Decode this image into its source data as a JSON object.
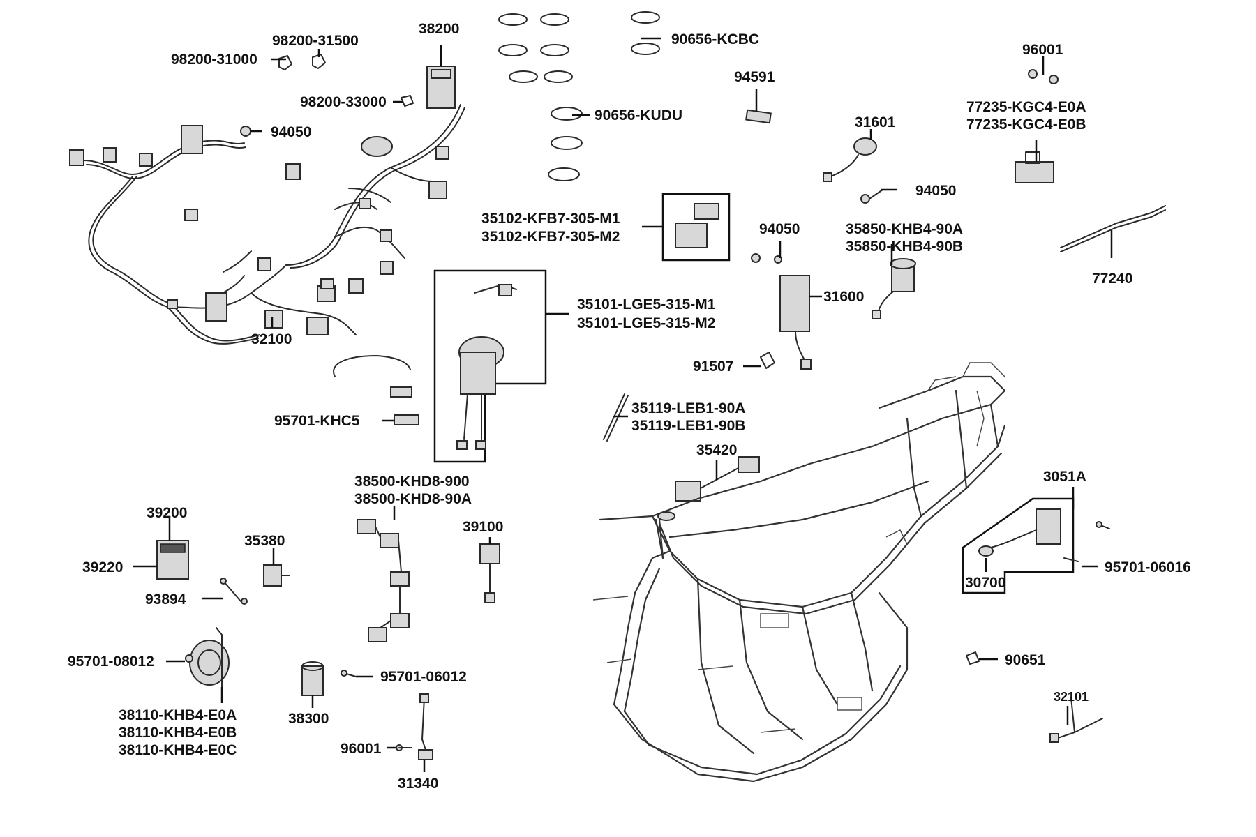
{
  "labels": {
    "p98200_31500": "98200-31500",
    "p98200_31000": "98200-31000",
    "p38200": "38200",
    "p98200_33000": "98200-33000",
    "p94050_a": "94050",
    "p32100": "32100",
    "p90656_kcbc": "90656-KCBC",
    "p90656_kudu": "90656-KUDU",
    "p94591": "94591",
    "p96001_a": "96001",
    "p77235_e0a": "77235-KGC4-E0A",
    "p77235_e0b": "77235-KGC4-E0B",
    "p31601": "31601",
    "p94050_b": "94050",
    "p35102_m1": "35102-KFB7-305-M1",
    "p35102_m2": "35102-KFB7-305-M2",
    "p94050_c": "94050",
    "p35850_90a": "35850-KHB4-90A",
    "p35850_90b": "35850-KHB4-90B",
    "p77240": "77240",
    "p35101_m1": "35101-LGE5-315-M1",
    "p35101_m2": "35101-LGE5-315-M2",
    "p31600": "31600",
    "p91507": "91507",
    "p95701_khc5": "95701-KHC5",
    "p35119_90a": "35119-LEB1-90A",
    "p35119_90b": "35119-LEB1-90B",
    "p35420": "35420",
    "p3051a": "3051A",
    "p38500_900": "38500-KHD8-900",
    "p38500_90a": "38500-KHD8-90A",
    "p39200": "39200",
    "p39100": "39100",
    "p35380": "35380",
    "p39220": "39220",
    "p93894": "93894",
    "p95701_06016": "95701-06016",
    "p30700": "30700",
    "p95701_08012": "95701-08012",
    "p95701_06012": "95701-06012",
    "p90651": "90651",
    "p38300": "38300",
    "p38110_e0a": "38110-KHB4-E0A",
    "p38110_e0b": "38110-KHB4-E0B",
    "p38110_e0c": "38110-KHB4-E0C",
    "p32101": "32101",
    "p96001_b": "96001",
    "p31340": "31340"
  }
}
